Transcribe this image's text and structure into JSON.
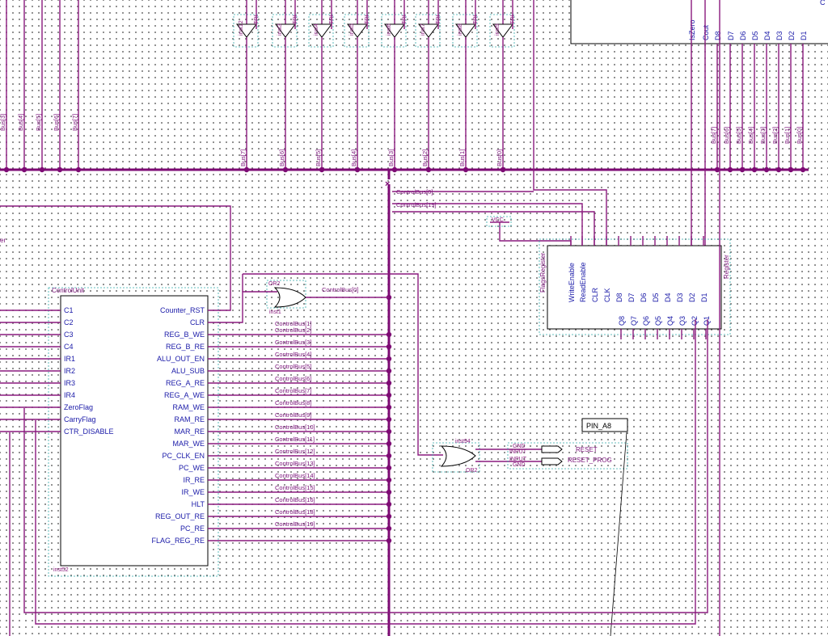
{
  "busTop": {
    "buffers": [
      "inst12",
      "inst3",
      "inst4",
      "inst5",
      "inst6",
      "inst7",
      "inst8",
      "inst9"
    ],
    "bufferSub": "TRI",
    "busLabels": [
      "Bus[7]",
      "Bus[6]",
      "Bus[5]",
      "Bus[4]",
      "Bus[3]",
      "Bus[2]",
      "Bus[1]",
      "Bus[0]"
    ],
    "leftLabels": [
      "Bus[3]",
      "Bus[4]",
      "Bus[5]",
      "Bus[6]",
      "Bus[7]"
    ],
    "rightLabels": [
      "Bus[7]",
      "Bus[6]",
      "Bus[5]",
      "Bus[4]",
      "Bus[3]",
      "Bus[2]",
      "Bus[1]",
      "Bus[0]"
    ],
    "topRightPins": [
      "IsZero",
      "Cout",
      "D8",
      "D7",
      "D6",
      "D5",
      "D4",
      "D3",
      "D2",
      "D1"
    ]
  },
  "controlUnit": {
    "title": "ControlUnit",
    "instance": "inst52",
    "inputs": [
      "C1",
      "C2",
      "C3",
      "C4",
      "IR1",
      "IR2",
      "IR3",
      "IR4",
      "ZeroFlag",
      "CarryFlag",
      "CTR_DISABLE"
    ],
    "outputs": [
      "Counter_RST",
      "CLR",
      "REG_B_WE",
      "REG_B_RE",
      "ALU_OUT_EN",
      "ALU_SUB",
      "REG_A_RE",
      "REG_A_WE",
      "RAM_WE",
      "RAM_RE",
      "MAR_RE",
      "MAR_WE",
      "PC_CLK_EN",
      "PC_WE",
      "IR_RE",
      "IR_WE",
      "HLT",
      "REG_OUT_RE",
      "PC_RE",
      "FLAG_REG_RE"
    ],
    "netLabels": [
      "ControlBus[1]",
      "ControlBus[2]",
      "ControlBus[3]",
      "ControlBus[4]",
      "ControlBus[5]",
      "ControlBus[6]",
      "ControlBus[7]",
      "ControlBus[8]",
      "ControlBus[9]",
      "ControlBus[10]",
      "ControlBus[11]",
      "ControlBus[12]",
      "ControlBus[13]",
      "ControlBus[14]",
      "ControlBus[15]",
      "ControlBus[16]",
      "ControlBus[18]",
      "ControlBus[19]"
    ],
    "leftEdgeText": "er"
  },
  "orGate1": {
    "type": "OR2",
    "instance": "inst1",
    "output": "ControlBus[0]"
  },
  "controlBusTop": [
    "ControlBus[0]",
    "ControlBus[19]"
  ],
  "vcc": "VCC",
  "flagRegister": {
    "leftTitle": "FlagsRegister",
    "rightTitle": "Register",
    "topPins": [
      "WriteEnable",
      "ReadEnable",
      "CLR",
      "CLK",
      "D8",
      "D7",
      "D6",
      "D5",
      "D4",
      "D3",
      "D2",
      "D1"
    ],
    "bottomPins": [
      "Q8",
      "Q7",
      "Q6",
      "Q5",
      "Q4",
      "Q3",
      "Q2",
      "Q1"
    ]
  },
  "orGate2": {
    "type": "OR2",
    "instance": "inst94"
  },
  "inputs": [
    {
      "name": "RESET",
      "kind": "INPUT",
      "default": "GND"
    },
    {
      "name": "RESET_PROG",
      "kind": "INPUT",
      "default": "GND"
    }
  ],
  "pinAssignment": "PIN_A8"
}
